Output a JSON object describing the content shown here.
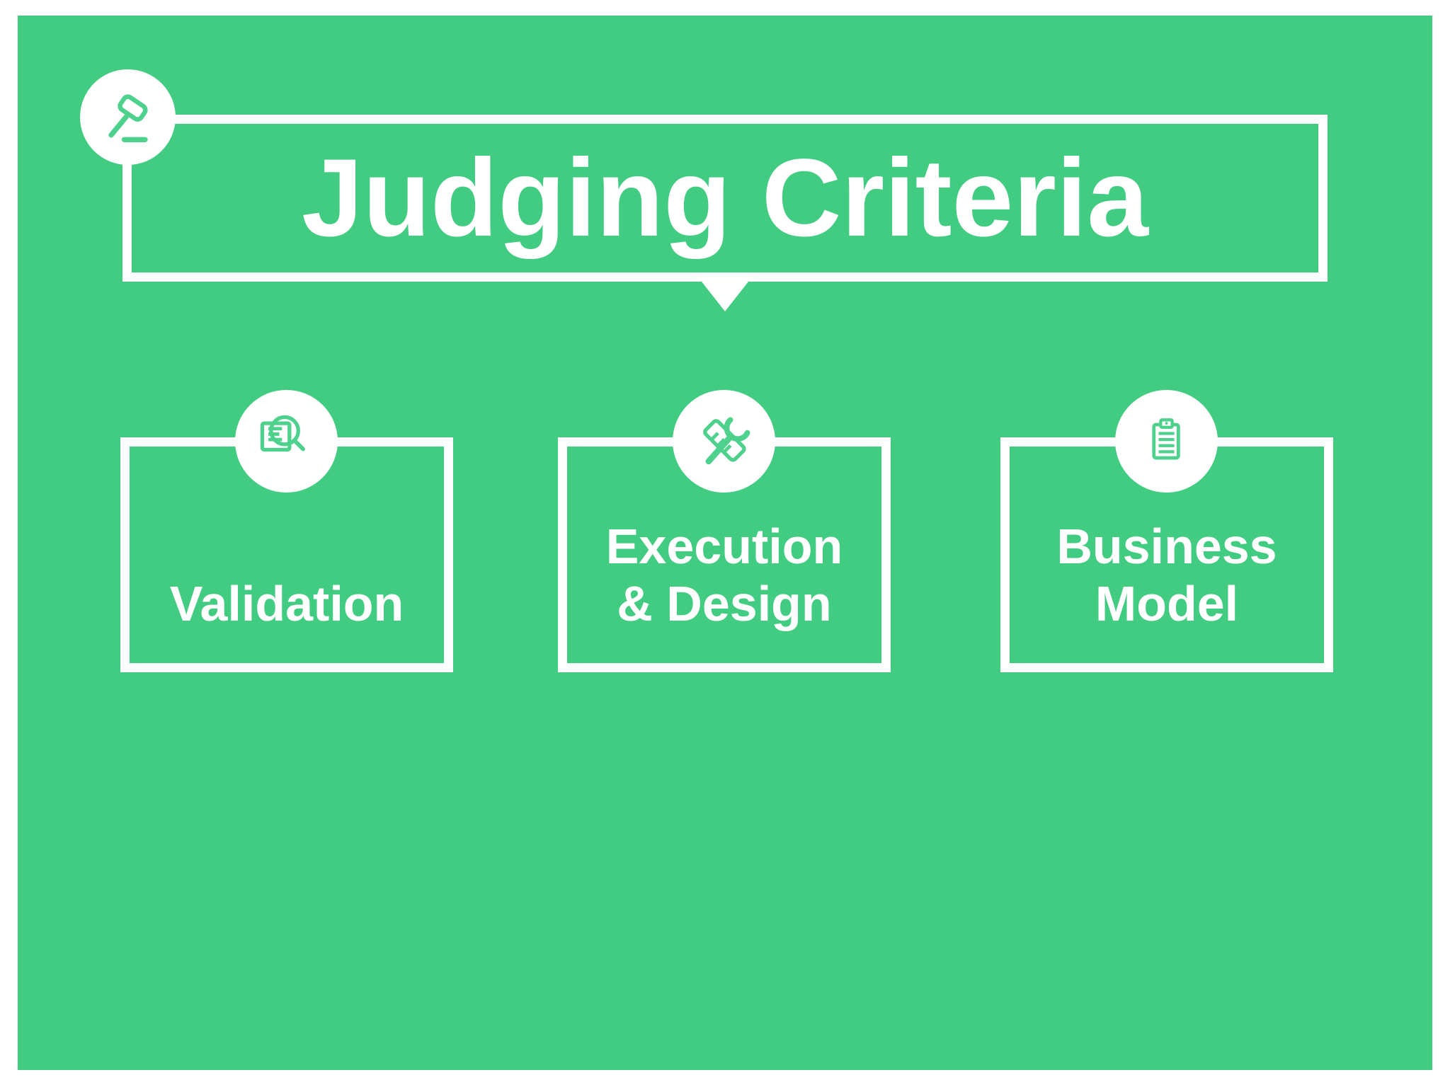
{
  "page": {
    "background_color": "#ffffff",
    "slide_color": "#42cc82",
    "foreground_color": "#ffffff",
    "icon_color": "#4ed18c"
  },
  "header": {
    "title": "Judging Criteria",
    "icon": "gavel-icon"
  },
  "criteria": [
    {
      "label": "Validation",
      "icon": "document-search-icon"
    },
    {
      "label": "Execution\n& Design",
      "icon": "tools-icon"
    },
    {
      "label": "Business\nModel",
      "icon": "clipboard-icon"
    }
  ]
}
